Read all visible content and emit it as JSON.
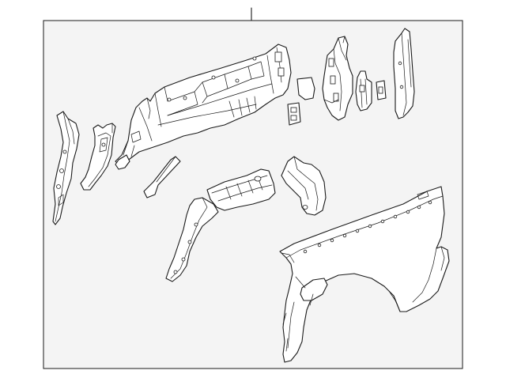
{
  "diagram": {
    "type": "exploded-parts-illustration",
    "colors": {
      "background": "#ffffff",
      "frame_fill": "#f4f4f4",
      "line": "#1a1a1a"
    },
    "parts": [
      "lead-line",
      "front-pillar-panel",
      "front-inner-bracket",
      "inner-side-panel",
      "small-bracket",
      "strap-brace",
      "rear-pillar-assembly",
      "tab-bracket",
      "latch-bracket",
      "small-plate",
      "rear-corner-pillar",
      "wheelhouse-arch-brace",
      "wheelhouse-inner-panel",
      "wheelhouse-rear-bracket",
      "outer-side-panel"
    ]
  }
}
